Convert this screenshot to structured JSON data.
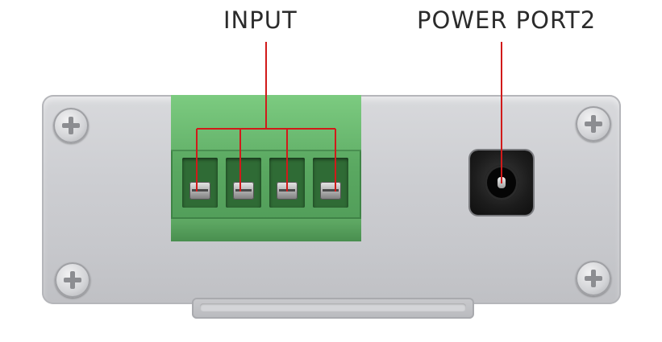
{
  "labels": {
    "input": "INPUT",
    "power_port": "POWER PORT2"
  },
  "colors": {
    "callout_line": "#d11a1a",
    "terminal_green": "#5aa861",
    "panel_silver": "#cdced2"
  },
  "terminal_block": {
    "positions": 4
  }
}
